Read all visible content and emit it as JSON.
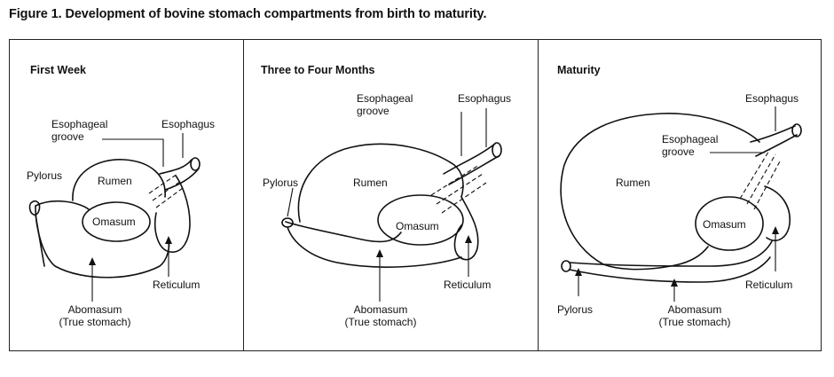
{
  "figure": {
    "title": "Figure 1. Development of bovine stomach compartments from birth to maturity."
  },
  "panels": [
    {
      "title": "First Week",
      "labels": {
        "esophageal_groove": [
          "Esophageal",
          "groove"
        ],
        "esophagus": "Esophagus",
        "pylorus": "Pylorus",
        "rumen": "Rumen",
        "omasum": "Omasum",
        "reticulum": "Reticulum",
        "abomasum": [
          "Abomasum",
          "(True stomach)"
        ]
      }
    },
    {
      "title": "Three to Four Months",
      "labels": {
        "esophageal_groove": [
          "Esophageal",
          "groove"
        ],
        "esophagus": "Esophagus",
        "pylorus": "Pylorus",
        "rumen": "Rumen",
        "omasum": "Omasum",
        "reticulum": "Reticulum",
        "abomasum": [
          "Abomasum",
          "(True stomach)"
        ]
      }
    },
    {
      "title": "Maturity",
      "labels": {
        "esophagus": "Esophagus",
        "esophageal_groove": [
          "Esophageal",
          "groove"
        ],
        "rumen": "Rumen",
        "omasum": "Omasum",
        "reticulum": "Reticulum",
        "pylorus": "Pylorus",
        "abomasum": [
          "Abomasum",
          "(True stomach)"
        ]
      }
    }
  ]
}
